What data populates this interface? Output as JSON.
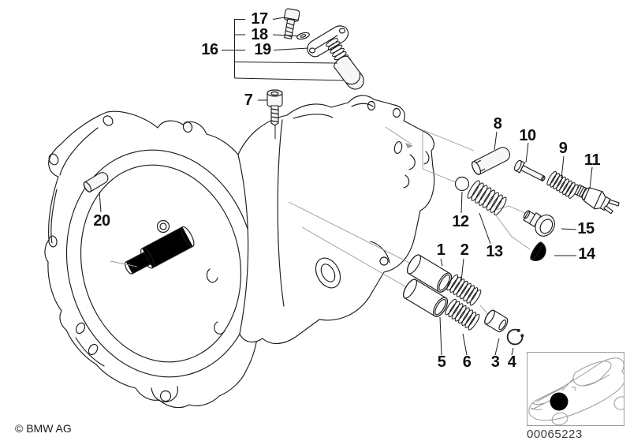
{
  "callouts": {
    "c1": "1",
    "c2": "2",
    "c3": "3",
    "c4": "4",
    "c5": "5",
    "c6": "6",
    "c7": "7",
    "c8": "8",
    "c9": "9",
    "c10": "10",
    "c11": "11",
    "c12": "12",
    "c13": "13",
    "c14": "14",
    "c15": "15",
    "c16": "16",
    "c17": "17",
    "c18": "18",
    "c19": "19",
    "c20": "20"
  },
  "footer": {
    "copyright": "© BMW AG"
  },
  "reference": {
    "image_code": "00065223"
  },
  "colors": {
    "background": "#ffffff",
    "line": "#1c1c1c",
    "thin_line": "#999999",
    "label_text": "#111111",
    "car_line": "#9b9b9b",
    "location_dot": "#000000"
  },
  "icons": {
    "car_thumbnail": "bmw-sedan-front-three-quarter-outline",
    "location_dot": "component-location-marker"
  }
}
